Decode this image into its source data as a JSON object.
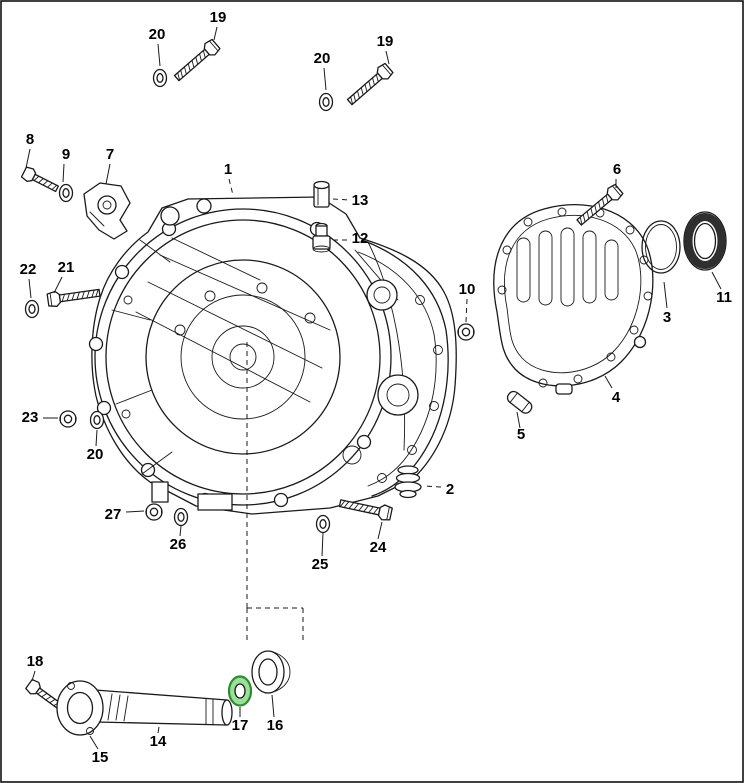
{
  "figure": {
    "type": "exploded-parts-diagram",
    "subject": "transaxle-gearbox-housing",
    "background": "#ffffff",
    "line_color": "#1a1a1a",
    "highlight_fill": "#9adf9a",
    "highlight_stroke": "#2e8b2e"
  },
  "callouts": [
    {
      "text": "19",
      "part": "hex-bolt"
    },
    {
      "text": "20",
      "part": "washer"
    },
    {
      "text": "19",
      "part": "hex-bolt"
    },
    {
      "text": "20",
      "part": "washer"
    },
    {
      "text": "8",
      "part": "hex-bolt"
    },
    {
      "text": "9",
      "part": "washer"
    },
    {
      "text": "7",
      "part": "shift-bracket"
    },
    {
      "text": "1",
      "part": "transmission-case"
    },
    {
      "text": "13",
      "part": "plug"
    },
    {
      "text": "12",
      "part": "breather"
    },
    {
      "text": "6",
      "part": "hex-bolt"
    },
    {
      "text": "3",
      "part": "o-ring"
    },
    {
      "text": "11",
      "part": "shaft-seal"
    },
    {
      "text": "22",
      "part": "washer"
    },
    {
      "text": "21",
      "part": "hex-bolt"
    },
    {
      "text": "10",
      "part": "nut"
    },
    {
      "text": "4",
      "part": "end-cover"
    },
    {
      "text": "5",
      "part": "dowel-pin"
    },
    {
      "text": "23",
      "part": "nut"
    },
    {
      "text": "20",
      "part": "washer"
    },
    {
      "text": "2",
      "part": "bump-stop"
    },
    {
      "text": "27",
      "part": "nut"
    },
    {
      "text": "26",
      "part": "washer"
    },
    {
      "text": "25",
      "part": "washer"
    },
    {
      "text": "24",
      "part": "hex-bolt"
    },
    {
      "text": "18",
      "part": "hex-bolt"
    },
    {
      "text": "15",
      "part": "flange"
    },
    {
      "text": "14",
      "part": "shaft-tube"
    },
    {
      "text": "17",
      "part": "seal-ring-highlighted"
    },
    {
      "text": "16",
      "part": "bearing-sleeve"
    }
  ]
}
